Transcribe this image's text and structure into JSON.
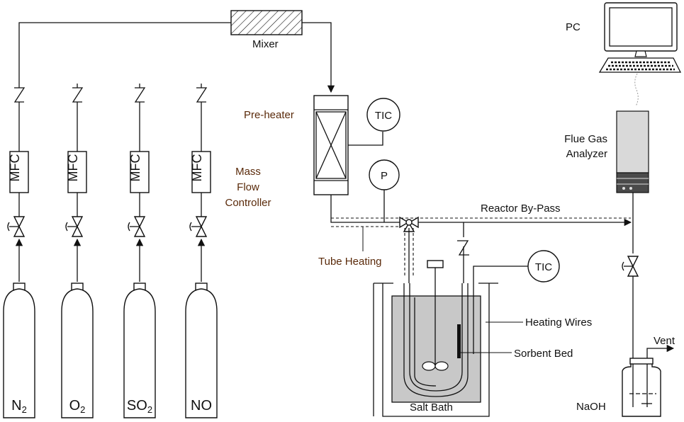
{
  "labels": {
    "pc": "PC",
    "mixer": "Mixer",
    "preheater": "Pre-heater",
    "tic_top": "TIC",
    "tic_bottom": "TIC",
    "pressure": "P",
    "mass_flow_1": "Mass",
    "mass_flow_2": "Flow",
    "mass_flow_3": "Controller",
    "flue_gas_1": "Flue Gas",
    "flue_gas_2": "Analyzer",
    "reactor_bypass": "Reactor By-Pass",
    "tube_heating": "Tube Heating",
    "heating_wires": "Heating Wires",
    "sorbent_bed": "Sorbent Bed",
    "salt_bath": "Salt Bath",
    "vent": "Vent",
    "naoh": "NaOH"
  },
  "mfc_label": "MFC",
  "cylinders": [
    {
      "main": "N",
      "sub": "2"
    },
    {
      "main": "O",
      "sub": "2"
    },
    {
      "main": "SO",
      "sub": "2"
    },
    {
      "main": "NO",
      "sub": ""
    }
  ],
  "colors": {
    "line": "#111111",
    "bath_fill": "#c8c8c8",
    "analyzer_fill": "#d9d9d9",
    "analyzer_dark": "#4a4a4a",
    "label_brown": "#5a2a0a"
  }
}
